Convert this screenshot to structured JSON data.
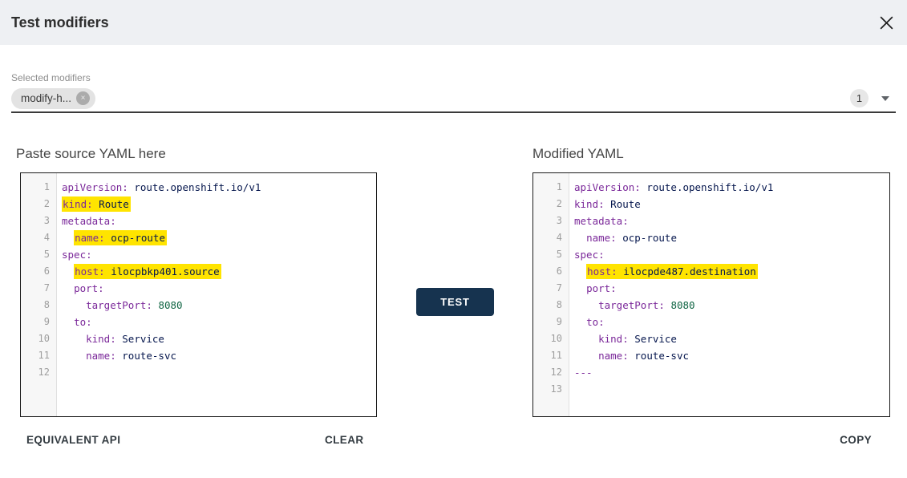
{
  "dialog": {
    "title": "Test modifiers"
  },
  "selected_modifiers": {
    "label": "Selected modifiers",
    "chips": [
      {
        "label": "modify-h..."
      }
    ],
    "count": "1"
  },
  "actions": {
    "test": "TEST",
    "equivalent_api": "EQUIVALENT API",
    "clear": "CLEAR",
    "copy": "COPY"
  },
  "icons": {
    "close": "close-icon",
    "chip_remove": "×",
    "dropdown": "caret-down-icon"
  },
  "colors": {
    "header_bg": "#eef0f3",
    "test_button": "#16334f",
    "highlight": "#ffe400",
    "yaml_key": "#7a2799",
    "yaml_value": "#05164d",
    "yaml_number": "#116644",
    "chip_bg": "#e3e3e3",
    "underline": "#3a3a3a"
  },
  "editors": {
    "source": {
      "heading": "Paste source YAML here",
      "lines": [
        {
          "n": 1,
          "indent": "",
          "hl": false,
          "toks": [
            [
              "k",
              "apiVersion:"
            ],
            [
              "p",
              " "
            ],
            [
              "v",
              "route.openshift.io/v1"
            ]
          ]
        },
        {
          "n": 2,
          "indent": "",
          "hl": true,
          "toks": [
            [
              "k",
              "kind:"
            ],
            [
              "p",
              " "
            ],
            [
              "v",
              "Route"
            ]
          ]
        },
        {
          "n": 3,
          "indent": "",
          "hl": false,
          "toks": [
            [
              "k",
              "metadata:"
            ]
          ]
        },
        {
          "n": 4,
          "indent": "  ",
          "hl": true,
          "toks": [
            [
              "k",
              "name:"
            ],
            [
              "p",
              " "
            ],
            [
              "v",
              "ocp-route"
            ]
          ]
        },
        {
          "n": 5,
          "indent": "",
          "hl": false,
          "toks": [
            [
              "k",
              "spec:"
            ]
          ]
        },
        {
          "n": 6,
          "indent": "  ",
          "hl": true,
          "toks": [
            [
              "k",
              "host:"
            ],
            [
              "p",
              " "
            ],
            [
              "v",
              "ilocpbkp401.source"
            ]
          ]
        },
        {
          "n": 7,
          "indent": "  ",
          "hl": false,
          "toks": [
            [
              "k",
              "port:"
            ]
          ]
        },
        {
          "n": 8,
          "indent": "    ",
          "hl": false,
          "toks": [
            [
              "k",
              "targetPort:"
            ],
            [
              "p",
              " "
            ],
            [
              "n",
              "8080"
            ]
          ]
        },
        {
          "n": 9,
          "indent": "  ",
          "hl": false,
          "toks": [
            [
              "k",
              "to:"
            ]
          ]
        },
        {
          "n": 10,
          "indent": "    ",
          "hl": false,
          "toks": [
            [
              "k",
              "kind:"
            ],
            [
              "p",
              " "
            ],
            [
              "v",
              "Service"
            ]
          ]
        },
        {
          "n": 11,
          "indent": "    ",
          "hl": false,
          "toks": [
            [
              "k",
              "name:"
            ],
            [
              "p",
              " "
            ],
            [
              "v",
              "route-svc"
            ]
          ]
        },
        {
          "n": 12,
          "indent": "",
          "hl": false,
          "toks": []
        }
      ]
    },
    "modified": {
      "heading": "Modified YAML",
      "lines": [
        {
          "n": 1,
          "indent": "",
          "hl": false,
          "toks": [
            [
              "k",
              "apiVersion:"
            ],
            [
              "p",
              " "
            ],
            [
              "v",
              "route.openshift.io/v1"
            ]
          ]
        },
        {
          "n": 2,
          "indent": "",
          "hl": false,
          "toks": [
            [
              "k",
              "kind:"
            ],
            [
              "p",
              " "
            ],
            [
              "v",
              "Route"
            ]
          ]
        },
        {
          "n": 3,
          "indent": "",
          "hl": false,
          "toks": [
            [
              "k",
              "metadata:"
            ]
          ]
        },
        {
          "n": 4,
          "indent": "  ",
          "hl": false,
          "toks": [
            [
              "k",
              "name:"
            ],
            [
              "p",
              " "
            ],
            [
              "v",
              "ocp-route"
            ]
          ]
        },
        {
          "n": 5,
          "indent": "",
          "hl": false,
          "toks": [
            [
              "k",
              "spec:"
            ]
          ]
        },
        {
          "n": 6,
          "indent": "  ",
          "hl": true,
          "toks": [
            [
              "k",
              "host:"
            ],
            [
              "p",
              " "
            ],
            [
              "v",
              "ilocpde487.destination"
            ]
          ]
        },
        {
          "n": 7,
          "indent": "  ",
          "hl": false,
          "toks": [
            [
              "k",
              "port:"
            ]
          ]
        },
        {
          "n": 8,
          "indent": "    ",
          "hl": false,
          "toks": [
            [
              "k",
              "targetPort:"
            ],
            [
              "p",
              " "
            ],
            [
              "n",
              "8080"
            ]
          ]
        },
        {
          "n": 9,
          "indent": "  ",
          "hl": false,
          "toks": [
            [
              "k",
              "to:"
            ]
          ]
        },
        {
          "n": 10,
          "indent": "    ",
          "hl": false,
          "toks": [
            [
              "k",
              "kind:"
            ],
            [
              "p",
              " "
            ],
            [
              "v",
              "Service"
            ]
          ]
        },
        {
          "n": 11,
          "indent": "    ",
          "hl": false,
          "toks": [
            [
              "k",
              "name:"
            ],
            [
              "p",
              " "
            ],
            [
              "v",
              "route-svc"
            ]
          ]
        },
        {
          "n": 12,
          "indent": "",
          "hl": false,
          "toks": [
            [
              "m",
              "---"
            ]
          ]
        },
        {
          "n": 13,
          "indent": "",
          "hl": false,
          "toks": []
        }
      ]
    }
  }
}
